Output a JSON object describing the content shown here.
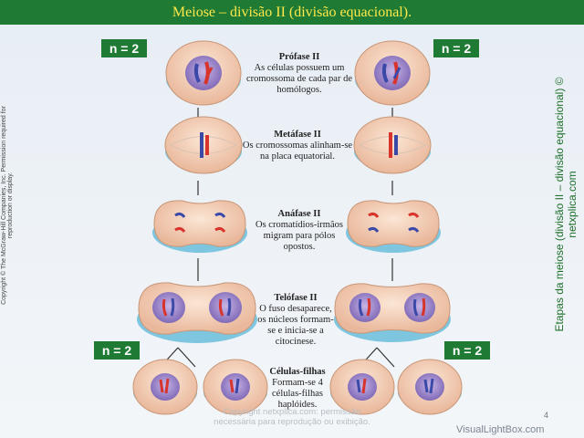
{
  "header": {
    "title": "Meiose – divisão II (divisão equacional)."
  },
  "badges": {
    "label": "n = 2"
  },
  "stages": [
    {
      "title": "Prófase II",
      "text": [
        "As células possuem um",
        "cromossoma de cada par de",
        "homólogos."
      ]
    },
    {
      "title": "Metáfase II",
      "text": [
        "Os cromossomas alinham-se",
        "na placa equatorial."
      ]
    },
    {
      "title": "Anáfase II",
      "text": [
        "Os cromatídios-irmãos",
        "migram para pólos",
        "opostos."
      ]
    },
    {
      "title": "Telófase II",
      "text": [
        "O fuso desaparece,",
        "os núcleos formam-",
        "se e inicia-se  a",
        "citocinese."
      ]
    },
    {
      "title": "Células-filhas",
      "text": [
        "Formam-se 4",
        "células-filhas",
        "haplóides."
      ]
    }
  ],
  "side": {
    "left": "Copyright © The McGraw-Hill Companies, Inc. Permission required for reproduction or display.",
    "right": "Etapas da meiose (divisão II – divisão equacional) © netxplica.com"
  },
  "footer": {
    "line1": "Copyright netxplica.com: permissão",
    "line2": "necessária para reprodução ou exibição.",
    "page": "4",
    "watermark": "VisualLightBox.com"
  },
  "colors": {
    "header_bg": "#1f7a33",
    "title": "#ffe94a",
    "cell": "#f3d6bf",
    "rim": "#8fd0e8",
    "nucleus": "#8a7ac2",
    "chrom_red": "#d8342c",
    "chrom_blue": "#3b4aa8"
  }
}
